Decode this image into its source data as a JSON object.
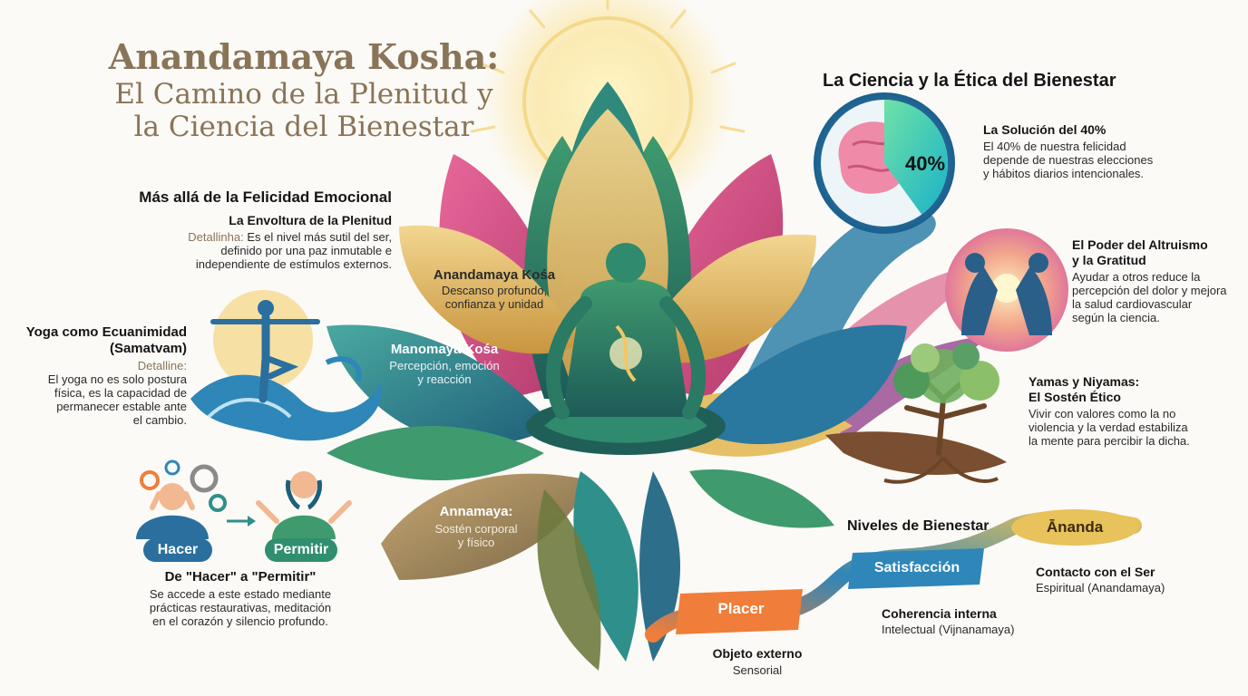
{
  "title": {
    "line1": "Anandamaya Kosha:",
    "line2": "El Camino de la Plenitud y",
    "line3": "la Ciencia del Bienestar"
  },
  "left": {
    "felicidad": {
      "heading": "Más allá de la Felicidad Emocional",
      "subheading": "La Envoltura de la Plenitud",
      "detail_label": "Detallinha:",
      "detail_text_1": "Es el nivel más sutil del ser,",
      "detail_text_2": "definido por una paz inmutable e",
      "detail_text_3": "independiente de estímulos externos."
    },
    "yoga": {
      "heading_1": "Yoga como Ecuanimidad",
      "heading_2": "(Samatvam)",
      "detail_label": "Detalline:",
      "text_1": "El yoga no es solo postura",
      "text_2": "física, es la capacidad de",
      "text_3": "permanecer estable ante",
      "text_4": "el cambio."
    },
    "hacer": {
      "hacer_label": "Hacer",
      "permitir_label": "Permitir",
      "heading": "De \"Hacer\" a \"Permitir\"",
      "text_1": "Se accede a este estado mediante",
      "text_2": "prácticas restaurativas, meditación",
      "text_3": "en el corazón y silencio profundo."
    }
  },
  "lotus": {
    "anandamaya_title": "Anandamaya Kośa",
    "anandamaya_text_1": "Descanso profundo,",
    "anandamaya_text_2": "confianza y unidad",
    "manomaya_title": "Manomaya Kośa",
    "manomaya_text_1": "Percepción, emoción",
    "manomaya_text_2": "y reacción",
    "annamaya_title": "Annamaya:",
    "annamaya_text_1": "Sostén corporal",
    "annamaya_text_2": "y físico"
  },
  "right": {
    "heading": "La Ciencia y la Ética del Bienestar",
    "solucion": {
      "percent_label": "40%",
      "percent_value": 40,
      "heading": "La Solución del 40%",
      "text_1": "El 40% de nuestra felicidad",
      "text_2": "depende de nuestras elecciones",
      "text_3": "y hábitos diarios intencionales."
    },
    "altruismo": {
      "heading_1": "El Poder del Altruismo",
      "heading_2": "y la Gratitud",
      "text_1": "Ayudar a otros reduce la",
      "text_2": "percepción del dolor y mejora",
      "text_3": "la salud cardiovascular",
      "text_4": "según la ciencia."
    },
    "yamas": {
      "heading_1": "Yamas y Niyamas:",
      "heading_2": "El Sostén Ético",
      "text_1": "Vivir con valores como la no",
      "text_2": "violencia y la verdad estabiliza",
      "text_3": "la mente para percibir la dicha."
    }
  },
  "niveles": {
    "heading": "Niveles de Bienestar",
    "placer": {
      "label": "Placer",
      "title": "Objeto externo",
      "subtitle": "Sensorial"
    },
    "satisfaccion": {
      "label": "Satisfacción",
      "title": "Coherencia interna",
      "subtitle": "Intelectual (Vijnanamaya)"
    },
    "ananda": {
      "label": "Ānanda",
      "title": "Contacto con el Ser",
      "subtitle": "Espiritual (Anandamaya)"
    }
  },
  "colors": {
    "title_brown": "#8a7457",
    "teal": "#2f8f8a",
    "blue": "#2a6f9e",
    "gold": "#e3b653",
    "orange": "#f07d3a"
  }
}
